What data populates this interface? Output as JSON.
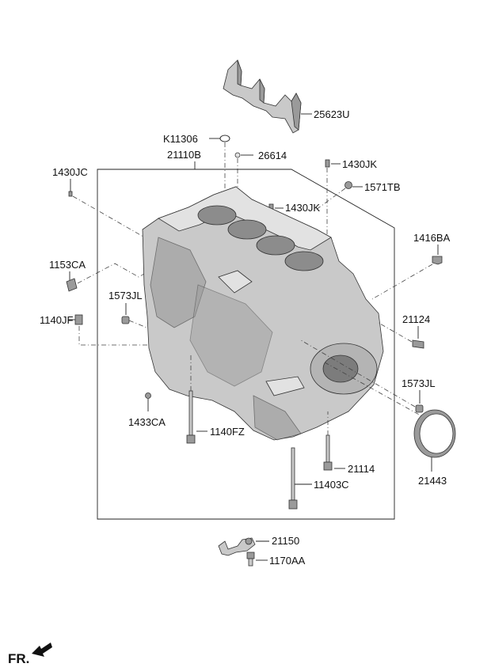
{
  "labels": {
    "l25623U": "25623U",
    "lK11306": "K11306",
    "l21110B": "21110B",
    "l26614": "26614",
    "l1430JK_top": "1430JK",
    "l1430JC": "1430JC",
    "l1571TB": "1571TB",
    "l1430JK_mid": "1430JK",
    "l1416BA": "1416BA",
    "l1153CA": "1153CA",
    "l1573JL_left": "1573JL",
    "l1140JF": "1140JF",
    "l21124": "21124",
    "l1573JL_right": "1573JL",
    "l1433CA": "1433CA",
    "l1140FZ": "1140FZ",
    "l21114": "21114",
    "l21443": "21443",
    "l11403C": "11403C",
    "l21150": "21150",
    "l1170AA": "1170AA",
    "fr": "FR."
  },
  "icons": {
    "direction": "arrow-icon",
    "block": "engine-block-icon"
  }
}
